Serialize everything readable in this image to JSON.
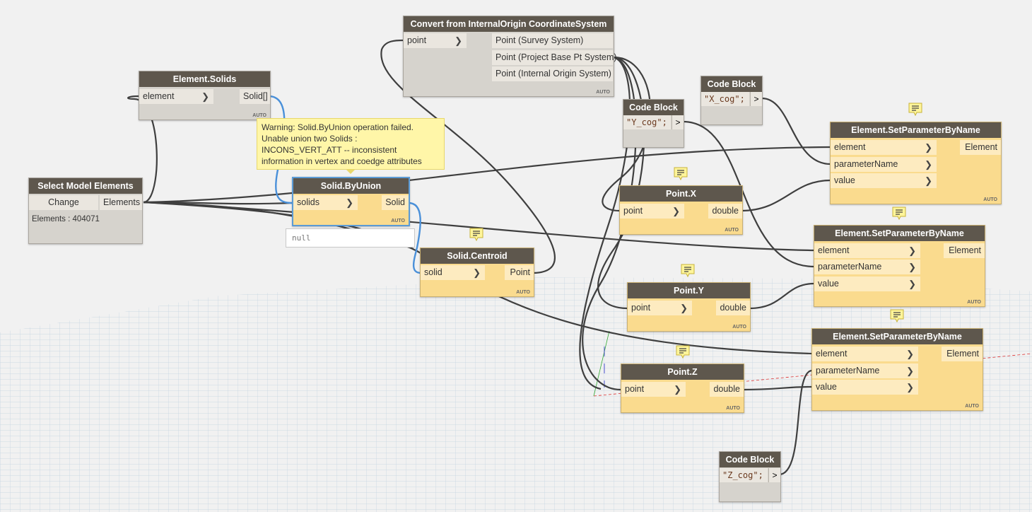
{
  "nodes": {
    "select_model_elements": {
      "title": "Select Model Elements",
      "button": "Change",
      "output": "Elements",
      "info": "Elements : 404071"
    },
    "element_solids": {
      "title": "Element.Solids",
      "input": "element",
      "output": "Solid[]",
      "badge": "AUTO"
    },
    "solid_byunion": {
      "title": "Solid.ByUnion",
      "input": "solids",
      "output": "Solid",
      "badge": "AUTO",
      "preview": "null"
    },
    "warning": "Warning: Solid.ByUnion operation failed. Unable union two Solids : INCONS_VERT_ATT -- inconsistent information in vertex and coedge attributes",
    "solid_centroid": {
      "title": "Solid.Centroid",
      "input": "solid",
      "output": "Point",
      "badge": "AUTO"
    },
    "convert": {
      "title": "Convert from InternalOrigin CoordinateSystem",
      "input": "point",
      "outputs": [
        "Point (Survey System)",
        "Point (Project Base Pt System)",
        "Point (Internal Origin System)"
      ],
      "badge": "AUTO"
    },
    "code_x": {
      "title": "Code Block",
      "code": "\"X_cog\";",
      "out": ">"
    },
    "code_y": {
      "title": "Code Block",
      "code": "\"Y_cog\";",
      "out": ">"
    },
    "code_z": {
      "title": "Code Block",
      "code": "\"Z_cog\";",
      "out": ">"
    },
    "point_x": {
      "title": "Point.X",
      "input": "point",
      "output": "double",
      "badge": "AUTO"
    },
    "point_y": {
      "title": "Point.Y",
      "input": "point",
      "output": "double",
      "badge": "AUTO"
    },
    "point_z": {
      "title": "Point.Z",
      "input": "point",
      "output": "double",
      "badge": "AUTO"
    },
    "setparam": {
      "title": "Element.SetParameterByName",
      "inputs": [
        "element",
        "parameterName",
        "value"
      ],
      "output": "Element",
      "badge": "AUTO"
    }
  },
  "colors": {
    "header": "#5e574d",
    "node_gray": "#d6d3cd",
    "node_yellow": "#fadb8e",
    "wire": "#3f3f3f",
    "wire_selected": "#4a90d9",
    "warning_bg": "#fff6a8"
  }
}
